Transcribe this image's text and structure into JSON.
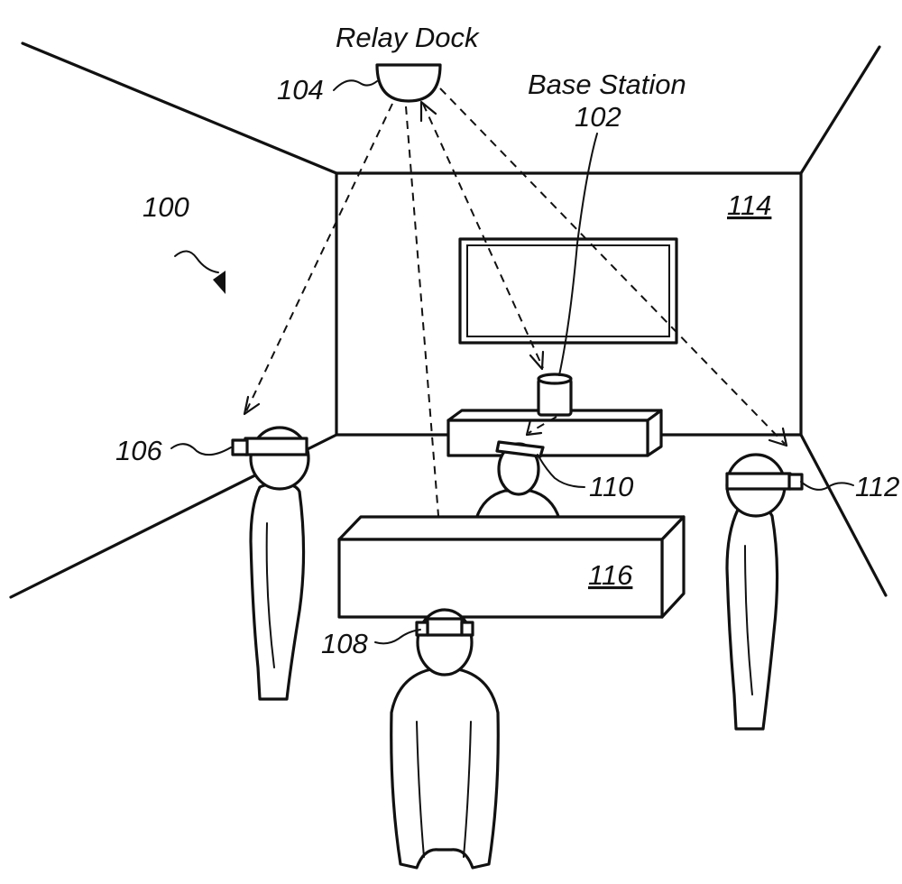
{
  "figure": {
    "figure_number": "100",
    "relay_dock": {
      "label": "Relay Dock",
      "ref": "104"
    },
    "base_station": {
      "label": "Base Station",
      "ref": "102"
    },
    "users": [
      {
        "ref": "106"
      },
      {
        "ref": "108"
      },
      {
        "ref": "110"
      },
      {
        "ref": "112"
      }
    ],
    "back_wall": {
      "ref": "114"
    },
    "table": {
      "ref": "116"
    }
  }
}
